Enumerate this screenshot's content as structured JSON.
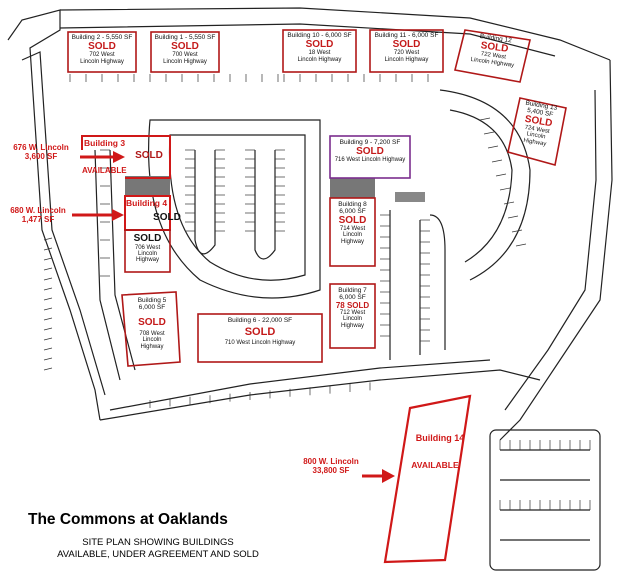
{
  "title": "The Commons at Oaklands",
  "subtitle_line1": "SITE PLAN SHOWING BUILDINGS",
  "subtitle_line2": "AVAILABLE, UNDER AGREEMENT AND SOLD",
  "colors": {
    "sold_box": "#b01818",
    "red_text": "#d01818",
    "purple_box": "#7b2d8e",
    "plan_line": "#222222",
    "background": "#ffffff"
  },
  "buildings": {
    "b2": {
      "title": "Building 2 - 5,550 SF",
      "status": "SOLD",
      "addr1": "702 West",
      "addr2": "Lincoln Highway"
    },
    "b1": {
      "title": "Building 1 - 5,550 SF",
      "status": "SOLD",
      "addr1": "700 West",
      "addr2": "Lincoln Highway"
    },
    "b10": {
      "title": "Building 10 - 6,000 SF",
      "status": "SOLD",
      "addr1": "18 West",
      "addr2": "Lincoln Highway"
    },
    "b11": {
      "title": "Building 11 - 6,000 SF",
      "status": "SOLD",
      "addr1": "720 West",
      "addr2": "Lincoln Highway"
    },
    "b12": {
      "title": "Building 12",
      "status": "SOLD",
      "addr1": "722 West",
      "addr2": "Lincoln Highway"
    },
    "b13": {
      "title": "Building 13",
      "size": "5,400 SF",
      "status": "SOLD",
      "addr1": "724 West",
      "addr2": "Lincoln",
      "addr3": "Highway"
    },
    "b3": {
      "title": "Building 3",
      "status": "SOLD",
      "note": "AVAILABLE"
    },
    "b4": {
      "title": "Building 4",
      "status": "SOLD"
    },
    "b706": {
      "status": "SOLD",
      "addr1": "706 West",
      "addr2": "Lincoln",
      "addr3": "Highway"
    },
    "b9": {
      "title": "Building 9 - 7,200 SF",
      "status": "SOLD",
      "addr1": "716 West Lincoln Highway"
    },
    "b8": {
      "title": "Building 8",
      "size": "6,000 SF",
      "status": "SOLD",
      "addr1": "714 West",
      "addr2": "Lincoln",
      "addr3": "Highway"
    },
    "b7": {
      "title": "Building 7",
      "size": "6,000 SF",
      "status": "78 SOLD",
      "addr1": "712 West",
      "addr2": "Lincoln",
      "addr3": "Highway"
    },
    "b5": {
      "title": "Building 5",
      "size": "6,000 SF",
      "status": "SOLD",
      "addr1": "708 West",
      "addr2": "Lincoln",
      "addr3": "Highway"
    },
    "b6": {
      "title": "Building 6 - 22,000 SF",
      "status": "SOLD",
      "addr1": "710 West Lincoln Highway"
    },
    "b14": {
      "title": "Building 14",
      "status": "AVAILABLE"
    }
  },
  "callouts": {
    "c676": {
      "line1": "676 W. Lincoln",
      "line2": "3,600 SF"
    },
    "c680": {
      "line1": "680 W. Lincoln",
      "line2": "1,477 SF"
    },
    "c800": {
      "line1": "800 W. Lincoln",
      "line2": "33,800 SF"
    }
  }
}
